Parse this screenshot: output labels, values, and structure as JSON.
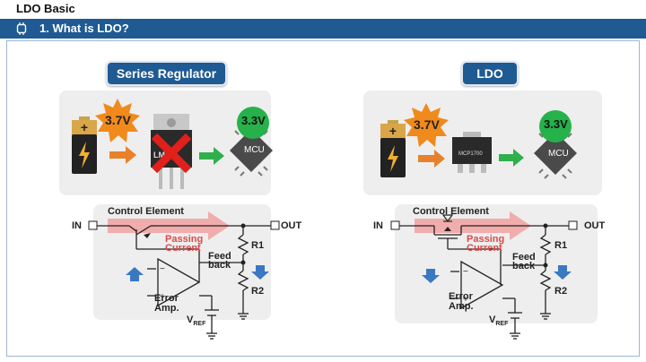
{
  "header": {
    "title": "LDO Basic",
    "section": "1. What is LDO?"
  },
  "colors": {
    "section_bar": "#1f5a93",
    "burst": "#f08a1c",
    "mcu_badge": "#25b24a",
    "arrow_orange": "#e8822a",
    "arrow_green": "#2fb04a",
    "passing_current": "#f1a0a0",
    "feedback_arrow": "#3a78c2"
  },
  "left": {
    "title": "Series Regulator",
    "battery_voltage": "3.7V",
    "regulator_marking": "LM 33",
    "mcu_voltage": "3.3V",
    "mcu_label": "MCU",
    "circuit": {
      "in": "IN",
      "out": "OUT",
      "control_element": "Control Element",
      "passing_current": [
        "Passing",
        "Current"
      ],
      "r1": "R1",
      "r2": "R2",
      "feedback": [
        "Feed",
        "back"
      ],
      "error_amp": [
        "Error",
        "Amp."
      ],
      "vref": "V",
      "vref_sub": "REF"
    }
  },
  "right": {
    "title": "LDO",
    "battery_voltage": "3.7V",
    "regulator_marking": "MCP1700",
    "mcu_voltage": "3.3V",
    "mcu_label": "MCU",
    "circuit": {
      "in": "IN",
      "out": "OUT",
      "control_element": "Control Element",
      "passing_current": [
        "Passing",
        "Current"
      ],
      "r1": "R1",
      "r2": "R2",
      "feedback": [
        "Feed",
        "back"
      ],
      "error_amp": [
        "Error",
        "Amp."
      ],
      "vref": "V",
      "vref_sub": "REF"
    }
  }
}
